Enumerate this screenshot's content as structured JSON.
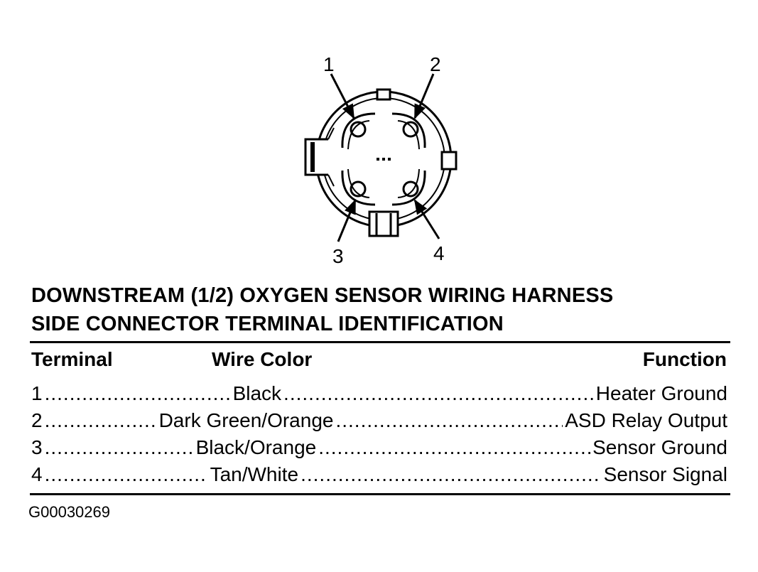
{
  "connector": {
    "pin_labels": [
      "1",
      "2",
      "3",
      "4"
    ]
  },
  "title": {
    "line1": "DOWNSTREAM (1/2) OXYGEN SENSOR WIRING HARNESS",
    "line2": "SIDE CONNECTOR TERMINAL IDENTIFICATION"
  },
  "table": {
    "headers": {
      "terminal": "Terminal",
      "wire_color": "Wire Color",
      "function": "Function"
    },
    "rows": [
      {
        "terminal": "1",
        "wire_color": "Black",
        "function": "Heater Ground"
      },
      {
        "terminal": "2",
        "wire_color": "Dark Green/Orange",
        "function": "ASD Relay Output"
      },
      {
        "terminal": "3",
        "wire_color": "Black/Orange",
        "function": "Sensor Ground"
      },
      {
        "terminal": "4",
        "wire_color": "Tan/White",
        "function": "Sensor Signal"
      }
    ]
  },
  "figure_code": "G00030269"
}
